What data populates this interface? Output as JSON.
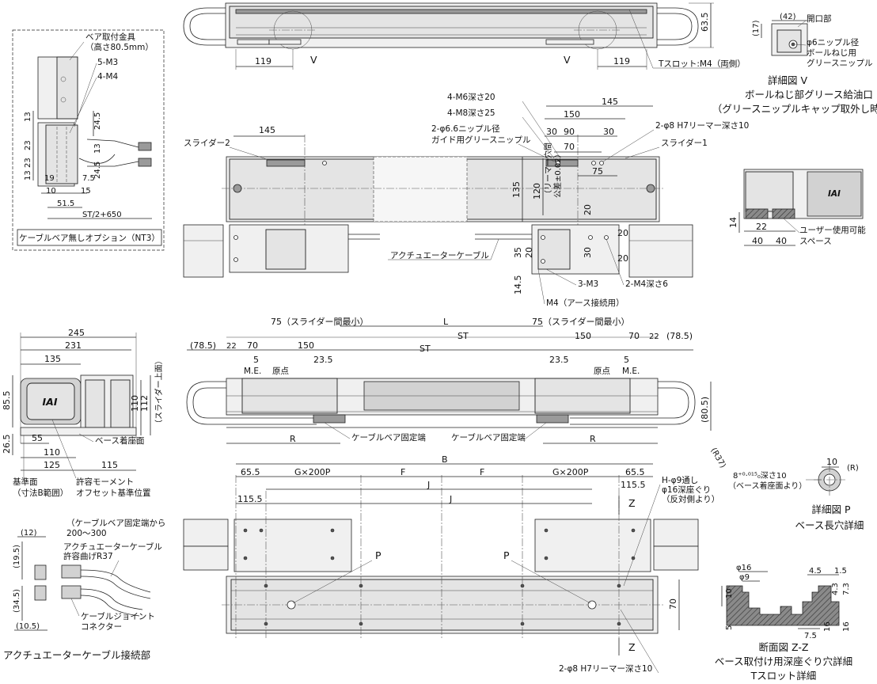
{
  "top_view": {
    "dims": [
      "63.5",
      "119",
      "119"
    ],
    "markers": [
      "V",
      "V"
    ],
    "tslot_label": "Tスロット:M4（両側）"
  },
  "detail_v": {
    "dims": [
      "(42)",
      "(17)"
    ],
    "labels": [
      "開口部",
      "φ6ニップル径",
      "ボールねじ用",
      "グリースニップル"
    ],
    "title": [
      "詳細図 V",
      "ボールねじ部グリース給油口",
      "（グリースニップルキャップ取外し時）"
    ]
  },
  "nt3": {
    "labels": [
      "ベア取付金具",
      "（高さ80.5mm）",
      "5-M3",
      "4-M4"
    ],
    "dims": [
      "13",
      "24.5",
      "23",
      "23",
      "13",
      "13",
      "24.5",
      "19",
      "7.5",
      "10",
      "15",
      "51.5",
      "ST/2+650"
    ],
    "title": "ケーブルベア無しオプション（NT3）"
  },
  "plan_view": {
    "holes": [
      "4-M6深さ20",
      "4-M8深さ25",
      "2-φ6.6ニップル径",
      "ガイド用グリースニップル",
      "2-φ8 H7リーマー深さ10"
    ],
    "dims": [
      "145",
      "150",
      "145",
      "30",
      "90",
      "30",
      "70",
      "75",
      "135",
      "120",
      "20",
      "35",
      "20",
      "30",
      "20",
      "14.5",
      "20"
    ],
    "slider_labels": [
      "スライダー2",
      "スライダー1"
    ],
    "reamer_note": [
      "（リーマー穴間",
      "公差±0.02）"
    ],
    "cable_label": "アクチュエーターケーブル",
    "bottom_labels": [
      "3-M3",
      "2-M4深さ6",
      "M4（アース接続用）"
    ]
  },
  "right_small": {
    "dims": [
      "14",
      "22",
      "40",
      "40"
    ],
    "labels": [
      "ユーザー使用可能",
      "スペース"
    ]
  },
  "end_view": {
    "dims": [
      "245",
      "231",
      "135",
      "85.5",
      "112",
      "110",
      "26.5",
      "55",
      "110",
      "125",
      "115"
    ],
    "side_label": "（スライダー上面）",
    "base_label": "ベース着座面",
    "ref_labels": [
      "基準面",
      "（寸法B範囲）",
      "許容モーメント",
      "オフセット基準位置"
    ]
  },
  "side_view": {
    "dims": [
      "75（スライダー間最小）",
      "L",
      "75（スライダー間最小）",
      "(78.5)",
      "22",
      "70",
      "150",
      "ST",
      "ST",
      "150",
      "70",
      "22",
      "(78.5)",
      "5",
      "23.5",
      "23.5",
      "5",
      "(80.5)",
      "R",
      "R"
    ],
    "labels": [
      "M.E.",
      "原点",
      "原点",
      "M.E.",
      "ケーブルベア固定端",
      "ケーブルベア固定端",
      "(R37)"
    ]
  },
  "bottom_view": {
    "dims": [
      "B",
      "65.5",
      "G×200P",
      "F",
      "F",
      "G×200P",
      "65.5",
      "J",
      "115.5",
      "J",
      "115.5",
      "70"
    ],
    "markers": [
      "P",
      "P",
      "Z",
      "Z"
    ],
    "hole_note": [
      "H-φ9通し",
      "φ16深座ぐり",
      "（反対側より）"
    ],
    "reamer": "2-φ8 H7リーマー深さ10"
  },
  "detail_p": {
    "dims": [
      "10",
      "(R)"
    ],
    "note": [
      "8⁺⁰·⁰¹⁵₀深さ10",
      "（ベース着座面より）"
    ],
    "title": [
      "詳細図 P",
      "ベース長穴詳細"
    ]
  },
  "cable_conn": {
    "dims": [
      "(12)",
      "(19.5)",
      "(34.5)",
      "(10.5)"
    ],
    "labels": [
      "（ケーブルベア固定端から",
      "200～300",
      "アクチュエーターケーブル",
      "許容曲げR37",
      "ケーブルジョイント",
      "コネクター"
    ],
    "title": "アクチュエーターケーブル接続部"
  },
  "section_z": {
    "dims": [
      "φ16",
      "φ9",
      "4.5",
      "1.5",
      "10",
      "4.3",
      "7.3",
      "5",
      "7.5",
      "16",
      "16"
    ],
    "title": [
      "断面図 Z-Z",
      "ベース取付け用深座ぐり穴詳細",
      "Tスロット詳細"
    ]
  }
}
